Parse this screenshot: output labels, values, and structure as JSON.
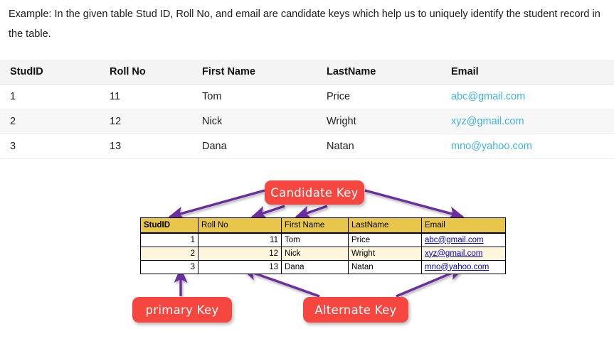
{
  "intro": {
    "text": "Example: In the given table Stud ID, Roll No, and email are candidate keys which help us to uniquely identify the student record in the table."
  },
  "main_table": {
    "columns": [
      "StudID",
      "Roll No",
      "First Name",
      "LastName",
      "Email"
    ],
    "rows": [
      {
        "studid": "1",
        "rollno": "11",
        "first": "Tom",
        "last": "Price",
        "email": "abc@gmail.com"
      },
      {
        "studid": "2",
        "rollno": "12",
        "first": "Nick",
        "last": "Wright",
        "email": "xyz@gmail.com"
      },
      {
        "studid": "3",
        "rollno": "13",
        "first": "Dana",
        "last": "Natan",
        "email": "mno@yahoo.com"
      }
    ],
    "email_link_color": "#3fb4e3",
    "header_bg": "#f4f4f4"
  },
  "diagram": {
    "inner_table": {
      "columns": [
        "StudID",
        "Roll No",
        "First Name",
        "LastName",
        "Email"
      ],
      "rows": [
        {
          "studid": "1",
          "rollno": "11",
          "first": "Tom",
          "last": "Price",
          "email": "abc@gmail.com"
        },
        {
          "studid": "2",
          "rollno": "12",
          "first": "Nick",
          "last": "Wright",
          "email": "xyz@gmail.com"
        },
        {
          "studid": "3",
          "rollno": "13",
          "first": "Dana",
          "last": "Natan",
          "email": "mno@yahoo.com"
        }
      ],
      "header_bg": "#e8c64a",
      "stripe_bg": "#fdf6dd",
      "email_link_color": "#0000cc"
    },
    "callouts": {
      "candidate": "Candidate Key",
      "primary": "primary Key",
      "alternate": "Alternate Key"
    },
    "callout_bg": "#f5463f",
    "arrow_color": "#6b2f9e"
  }
}
